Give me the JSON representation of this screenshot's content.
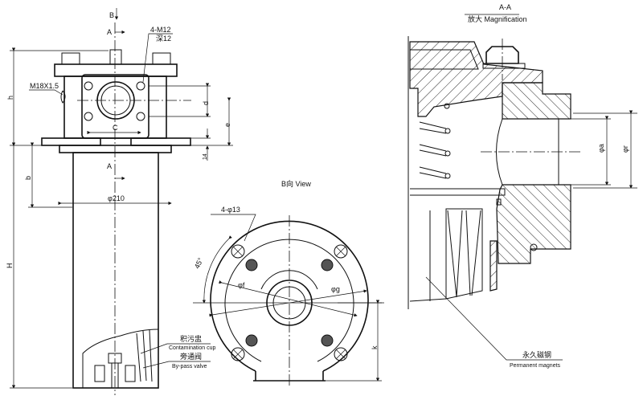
{
  "front_view": {
    "section_mark_b": "B",
    "section_mark_a_top": "A",
    "section_mark_a_bottom": "A",
    "thread_holes_label": "4-M12",
    "thread_depth_label": "深12",
    "port_thread_label": "M18X1.5",
    "dim_h": "h",
    "dim_d": "d",
    "dim_e": "e",
    "dim_c": "C",
    "dim_14": "14",
    "dim_b": "b",
    "dim_diameter": "φ210",
    "dim_H": "H",
    "contamination_cup_cn": "积污盅",
    "contamination_cup_en": "Contamination cup",
    "bypass_valve_cn": "旁通阀",
    "bypass_valve_en": "By-pass valve"
  },
  "bottom_view": {
    "title": "B向  View",
    "holes_label": "4-φ13",
    "angle_label": "45°",
    "dim_f": "φf",
    "dim_g": "φg",
    "dim_k": "k"
  },
  "section_view": {
    "title": "A-A",
    "subtitle": "放大 Magnification",
    "dim_a": "φa",
    "dim_r": "φr",
    "magnets_cn": "永久磁钢",
    "magnets_en": "Permanent magnets"
  }
}
